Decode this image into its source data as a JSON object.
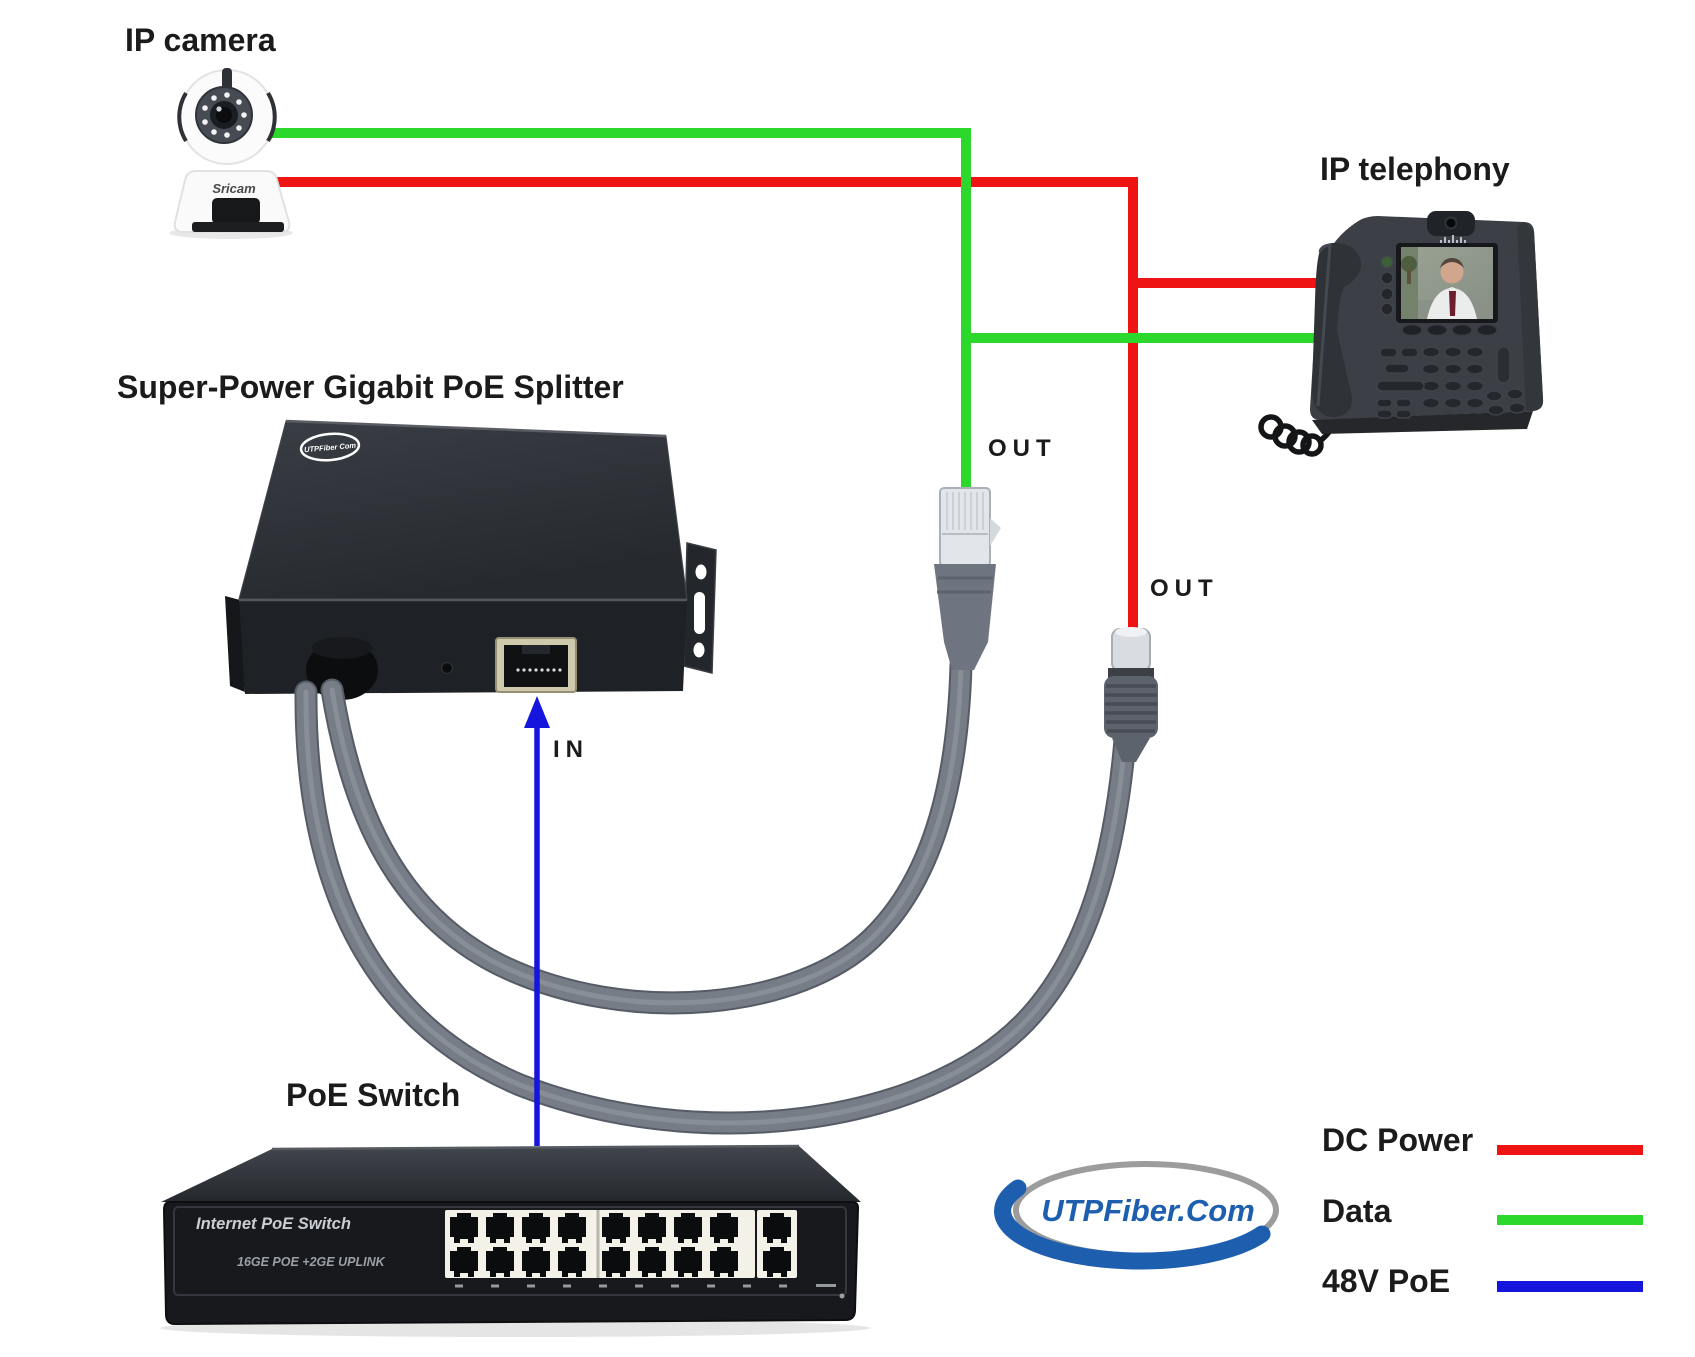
{
  "labels": {
    "ip_camera": "IP camera",
    "ip_telephony": "IP telephony",
    "splitter_title": "Super-Power Gigabit PoE Splitter",
    "poe_switch": "PoE Switch",
    "out_data": "OUT",
    "out_power": "OUT",
    "in_uplink": "IN"
  },
  "devices": {
    "camera": {
      "brand": "Sricam"
    },
    "splitter": {
      "top_logo": "UTPFiber Com"
    },
    "switch": {
      "panel_title": "Internet PoE Switch",
      "panel_subtitle": "16GE POE +2GE UPLINK"
    }
  },
  "legend": {
    "items": [
      {
        "label": "DC Power",
        "color": "#ee1414"
      },
      {
        "label": "Data",
        "color": "#2bd82b"
      },
      {
        "label": "48V PoE",
        "color": "#1515dd"
      }
    ]
  },
  "watermark": {
    "text": "UTPFiber.Com",
    "text_color": "#1d5fae",
    "ring_color": "#9c9c9c",
    "swoosh_color": "#1d5fae"
  }
}
